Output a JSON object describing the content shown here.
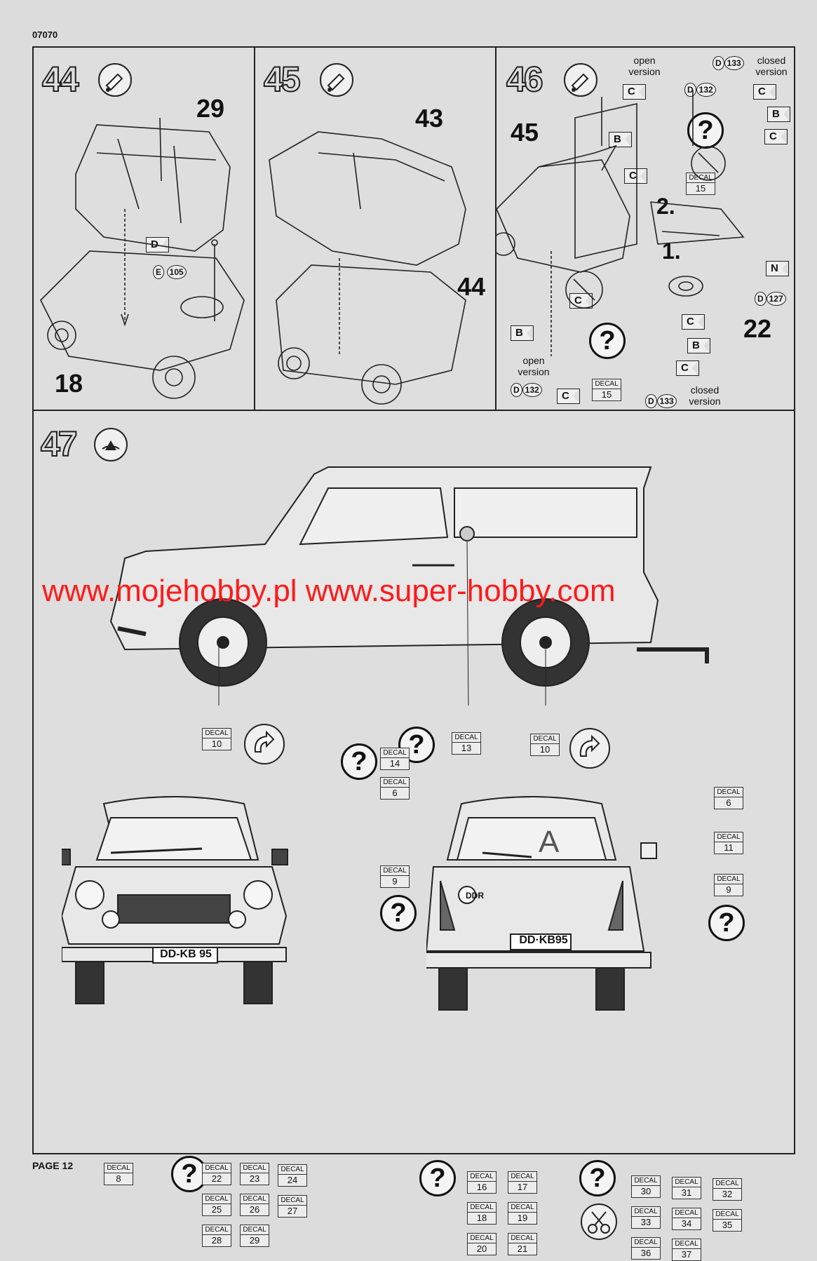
{
  "doc_code": "07070",
  "page_label": "PAGE 12",
  "watermark": "www.mojehobby.pl www.super-hobby.com",
  "steps": {
    "s44": {
      "number": "44",
      "parts": {
        "top": "29",
        "bottom": "18"
      },
      "tag_d": "D",
      "ref_e": "E",
      "ref_e_num": "105"
    },
    "s45": {
      "number": "45",
      "parts": {
        "top": "43",
        "right": "44"
      }
    },
    "s46": {
      "number": "46",
      "open_version": "open version",
      "closed_version": "closed version",
      "p45": "45",
      "p22": "22",
      "step2": "2.",
      "step1": "1.",
      "ref_d": "D",
      "d133": "133",
      "d132": "132",
      "d127": "127",
      "tag_c": "C",
      "tag_b": "B",
      "tag_n": "N",
      "decal_label": "DECAL",
      "decal_15": "15"
    },
    "s47": {
      "number": "47",
      "plate": "DD-KB 95",
      "plate_rear": "DD·KB95",
      "rear_letter": "A",
      "rear_sticker": "DDR"
    }
  },
  "decals": {
    "label": "DECAL",
    "side_wheel_front": "10",
    "side_wheel_rear": "10",
    "side_emblem": "13",
    "front_8": "8",
    "front_grid": [
      "22",
      "23",
      "24",
      "25",
      "26",
      "27",
      "28",
      "29"
    ],
    "rear_14": "14",
    "rear_6_left": "6",
    "rear_6_right": "6",
    "rear_11": "11",
    "rear_9_left": "9",
    "rear_9_right": "9",
    "rear_grid_a": [
      "16",
      "17",
      "18",
      "19",
      "20",
      "21"
    ],
    "rear_grid_b": [
      "30",
      "31",
      "32",
      "33",
      "34",
      "35",
      "36",
      "37"
    ]
  }
}
